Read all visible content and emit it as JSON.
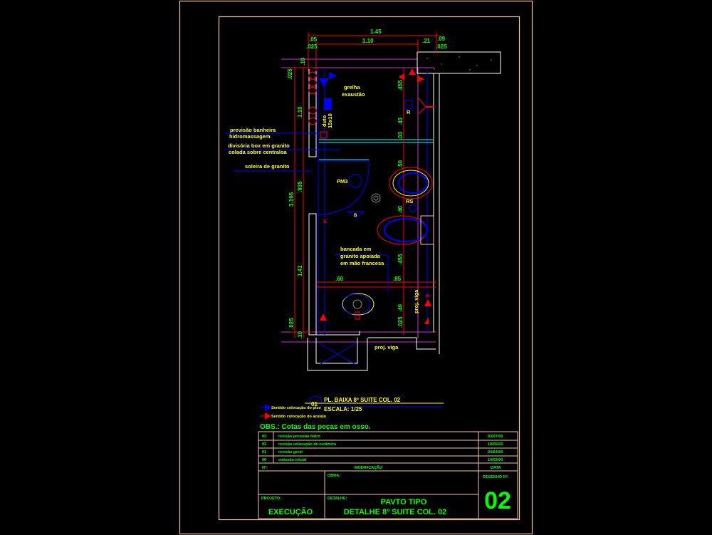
{
  "colors": {
    "frame": "#f0c8a8",
    "text_green": "#00ff00",
    "text_yellow": "#ffff00",
    "wall": "#ffffff",
    "dim": "#ff0000",
    "hidden": "#0000ff",
    "axis": "#cc33cc",
    "glass": "#00ffff"
  },
  "dimensions": {
    "total_width": "1.45",
    "inner_width": "1.10",
    "left_wall": ".05",
    "left_wall_b": ".025",
    "right_seg": ".21",
    "right_wall": ".09",
    "right_wall_b": ".025",
    "left_top": ".10",
    "left_a": ".025",
    "left_b": "1.10",
    "left_c": ".935",
    "left_total": "3.195",
    "left_d": "1.41",
    "left_e": ".025",
    "left_f": ".10",
    "right_a": ".455",
    "right_b": ".43",
    "right_c": ".03",
    "right_d": ".50",
    "right_e": ".40",
    "right_f": ".455",
    "right_g": ".40",
    "right_h": ".025",
    "bench_a": ".60",
    "bench_b": ".85",
    "door_mark": ".60"
  },
  "labels": {
    "grelha": [
      "grelha",
      "exaustão"
    ],
    "duto": [
      "duto",
      "15x10"
    ],
    "previsao": [
      "previsão banheira",
      "hidromassagem"
    ],
    "divisoria": [
      "divisória box em granito",
      "colada sobre centraloa"
    ],
    "soleira": "soleira de granito",
    "pm3": "PM3",
    "r": "R",
    "rs": "RS",
    "b": "B",
    "bancada": [
      "bancada em",
      "granito apoiada",
      "em mão francesa"
    ],
    "proj_viga_v": "proj. viga",
    "proj_viga_h": "proj. viga",
    "section_mark": "S"
  },
  "drawing_title": {
    "number": "01",
    "title": "PL. BAIXA 8º SUITE COL. 02",
    "scale": "ESCALA: 1/25"
  },
  "legend": [
    {
      "color": "#0000ff",
      "text": "Sentido colocação do piso"
    },
    {
      "color": "#ff0000",
      "text": "Sentido colocação do azulejo"
    }
  ],
  "obs": "OBS.: Cotas das peças em osso.",
  "revisions": [
    {
      "no": "03",
      "desc": "revisão previsão hidro",
      "date": "03/07/00"
    },
    {
      "no": "02",
      "desc": "revisão colocação de cerâmica",
      "date": "10/05/00"
    },
    {
      "no": "01",
      "desc": "revisão geral",
      "date": "24/04/00"
    },
    {
      "no": "00",
      "desc": "emissão inicial",
      "date": "14/03/00"
    }
  ],
  "revision_headers": {
    "no": "Nº:",
    "mod": "MODIFICAÇÃO",
    "date": "DATA"
  },
  "title_block": {
    "obra_label": "OBRA:",
    "projeto_label": "PROJETO:",
    "projeto": "EXECUÇÃO",
    "detalhe_label": "DETALHE:",
    "detalhe_1": "PAVTO TIPO",
    "detalhe_2": "DETALHE 8º SUITE COL. 02",
    "desenho_label": "DESENHO Nº.",
    "desenho": "02"
  }
}
